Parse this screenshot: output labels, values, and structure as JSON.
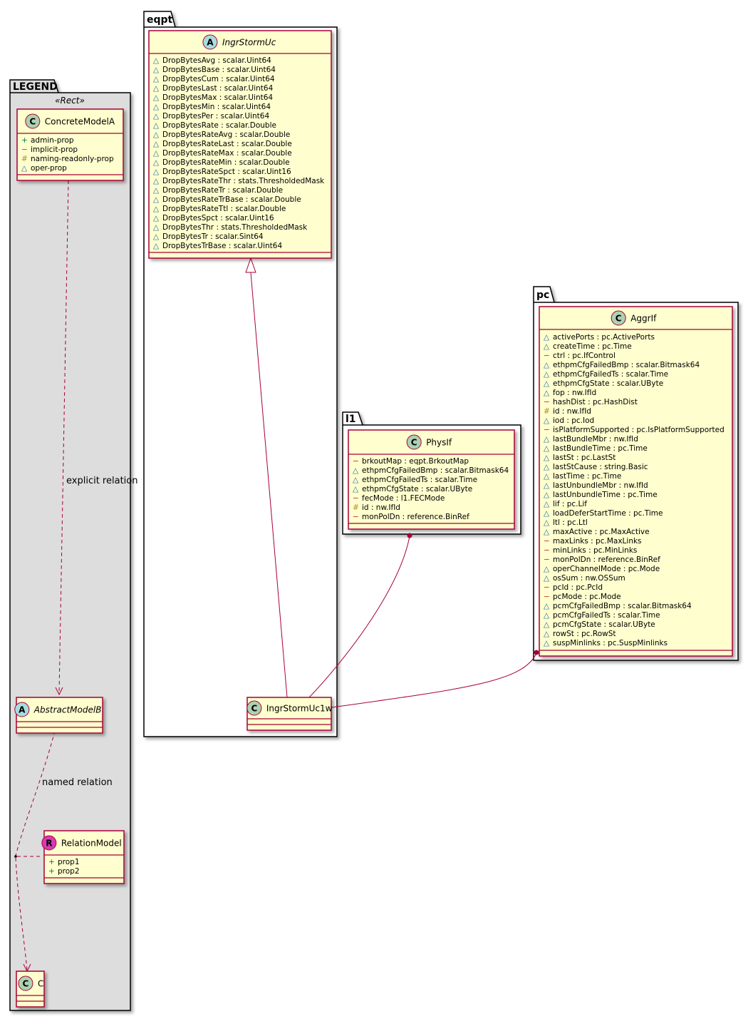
{
  "colors": {
    "class_fill": "#FEFECE",
    "class_border": "#A80036",
    "highlight_fill": "#FFFF00",
    "legend_fill": "#DDDDDD",
    "badge_class": "#ADD1B2",
    "badge_abstract": "#A9DCDF",
    "badge_relation": "#D73BB2",
    "vis_field": "#038048",
    "vis_private": "#C82930",
    "vis_protected": "#B38D22",
    "vis_package": "#1963A0"
  },
  "packages": {
    "legend": "LEGEND",
    "eqpt": "eqpt",
    "l1": "l1",
    "pc": "pc"
  },
  "legend": {
    "stereotype": "«Rect»",
    "concrete": {
      "name": "ConcreteModelA",
      "badge": "C",
      "attrs": [
        {
          "vis": "+",
          "text": "admin-prop"
        },
        {
          "vis": "−",
          "text": "implicit-prop"
        },
        {
          "vis": "#",
          "text": "naming-readonly-prop"
        },
        {
          "vis": "△",
          "text": "oper-prop"
        }
      ]
    },
    "abstract": {
      "name": "AbstractModelB",
      "badge": "A"
    },
    "relation_model": {
      "name": "RelationModel",
      "badge": "R",
      "attrs": [
        {
          "vis": "+",
          "text": "prop1"
        },
        {
          "vis": "+",
          "text": "prop2"
        }
      ]
    },
    "c": {
      "name": "C",
      "badge": "C"
    },
    "explicit_label": "explicit relation",
    "named_label": "named relation"
  },
  "ingr": {
    "name": "IngrStormUc",
    "badge": "A",
    "attrs": [
      {
        "vis": "△",
        "text": "DropBytesAvg : scalar.Uint64"
      },
      {
        "vis": "△",
        "text": "DropBytesBase : scalar.Uint64"
      },
      {
        "vis": "△",
        "text": "DropBytesCum : scalar.Uint64"
      },
      {
        "vis": "△",
        "text": "DropBytesLast : scalar.Uint64"
      },
      {
        "vis": "△",
        "text": "DropBytesMax : scalar.Uint64"
      },
      {
        "vis": "△",
        "text": "DropBytesMin : scalar.Uint64"
      },
      {
        "vis": "△",
        "text": "DropBytesPer : scalar.Uint64"
      },
      {
        "vis": "△",
        "text": "DropBytesRate : scalar.Double"
      },
      {
        "vis": "△",
        "text": "DropBytesRateAvg : scalar.Double"
      },
      {
        "vis": "△",
        "text": "DropBytesRateLast : scalar.Double"
      },
      {
        "vis": "△",
        "text": "DropBytesRateMax : scalar.Double"
      },
      {
        "vis": "△",
        "text": "DropBytesRateMin : scalar.Double"
      },
      {
        "vis": "△",
        "text": "DropBytesRateSpct : scalar.Uint16"
      },
      {
        "vis": "△",
        "text": "DropBytesRateThr : stats.ThresholdedMask"
      },
      {
        "vis": "△",
        "text": "DropBytesRateTr : scalar.Double"
      },
      {
        "vis": "△",
        "text": "DropBytesRateTrBase : scalar.Double"
      },
      {
        "vis": "△",
        "text": "DropBytesRateTtl : scalar.Double"
      },
      {
        "vis": "△",
        "text": "DropBytesSpct : scalar.Uint16"
      },
      {
        "vis": "△",
        "text": "DropBytesThr : stats.ThresholdedMask"
      },
      {
        "vis": "△",
        "text": "DropBytesTr : scalar.Sint64"
      },
      {
        "vis": "△",
        "text": "DropBytesTrBase : scalar.Uint64"
      }
    ]
  },
  "ingr1w": {
    "name": "IngrStormUc1w",
    "badge": "C"
  },
  "physif": {
    "name": "PhysIf",
    "badge": "C",
    "attrs": [
      {
        "vis": "−",
        "text": "brkoutMap : eqpt.BrkoutMap"
      },
      {
        "vis": "△",
        "text": "ethpmCfgFailedBmp : scalar.Bitmask64"
      },
      {
        "vis": "△",
        "text": "ethpmCfgFailedTs : scalar.Time"
      },
      {
        "vis": "△",
        "text": "ethpmCfgState : scalar.UByte"
      },
      {
        "vis": "−",
        "text": "fecMode : l1.FECMode"
      },
      {
        "vis": "#",
        "text": "id : nw.IfId"
      },
      {
        "vis": "−",
        "text": "monPolDn : reference.BinRef"
      }
    ]
  },
  "aggrif": {
    "name": "AggrIf",
    "badge": "C",
    "attrs": [
      {
        "vis": "△",
        "text": "activePorts : pc.ActivePorts"
      },
      {
        "vis": "△",
        "text": "createTime : pc.Time"
      },
      {
        "vis": "−",
        "text": "ctrl : pc.IfControl"
      },
      {
        "vis": "△",
        "text": "ethpmCfgFailedBmp : scalar.Bitmask64"
      },
      {
        "vis": "△",
        "text": "ethpmCfgFailedTs : scalar.Time"
      },
      {
        "vis": "△",
        "text": "ethpmCfgState : scalar.UByte"
      },
      {
        "vis": "△",
        "text": "fop : nw.IfId"
      },
      {
        "vis": "−",
        "text": "hashDist : pc.HashDist"
      },
      {
        "vis": "#",
        "text": "id : nw.IfId"
      },
      {
        "vis": "△",
        "text": "iod : pc.Iod"
      },
      {
        "vis": "−",
        "text": "isPlatformSupported : pc.IsPlatformSupported"
      },
      {
        "vis": "△",
        "text": "lastBundleMbr : nw.IfId"
      },
      {
        "vis": "△",
        "text": "lastBundleTime : pc.Time"
      },
      {
        "vis": "△",
        "text": "lastSt : pc.LastSt"
      },
      {
        "vis": "△",
        "text": "lastStCause : string.Basic"
      },
      {
        "vis": "△",
        "text": "lastTime : pc.Time"
      },
      {
        "vis": "△",
        "text": "lastUnbundleMbr : nw.IfId"
      },
      {
        "vis": "△",
        "text": "lastUnbundleTime : pc.Time"
      },
      {
        "vis": "△",
        "text": "lif : pc.Lif"
      },
      {
        "vis": "△",
        "text": "loadDeferStartTime : pc.Time"
      },
      {
        "vis": "△",
        "text": "ltl : pc.Ltl"
      },
      {
        "vis": "△",
        "text": "maxActive : pc.MaxActive"
      },
      {
        "vis": "−",
        "text": "maxLinks : pc.MaxLinks"
      },
      {
        "vis": "−",
        "text": "minLinks : pc.MinLinks"
      },
      {
        "vis": "−",
        "text": "monPolDn : reference.BinRef"
      },
      {
        "vis": "△",
        "text": "operChannelMode : pc.Mode"
      },
      {
        "vis": "△",
        "text": "osSum : nw.OSSum"
      },
      {
        "vis": "−",
        "text": "pcId : pc.PcId"
      },
      {
        "vis": "−",
        "text": "pcMode : pc.Mode"
      },
      {
        "vis": "△",
        "text": "pcmCfgFailedBmp : scalar.Bitmask64"
      },
      {
        "vis": "△",
        "text": "pcmCfgFailedTs : scalar.Time"
      },
      {
        "vis": "△",
        "text": "pcmCfgState : scalar.UByte"
      },
      {
        "vis": "△",
        "text": "rowSt : pc.RowSt"
      },
      {
        "vis": "△",
        "text": "suspMinlinks : pc.SuspMinlinks"
      }
    ]
  }
}
